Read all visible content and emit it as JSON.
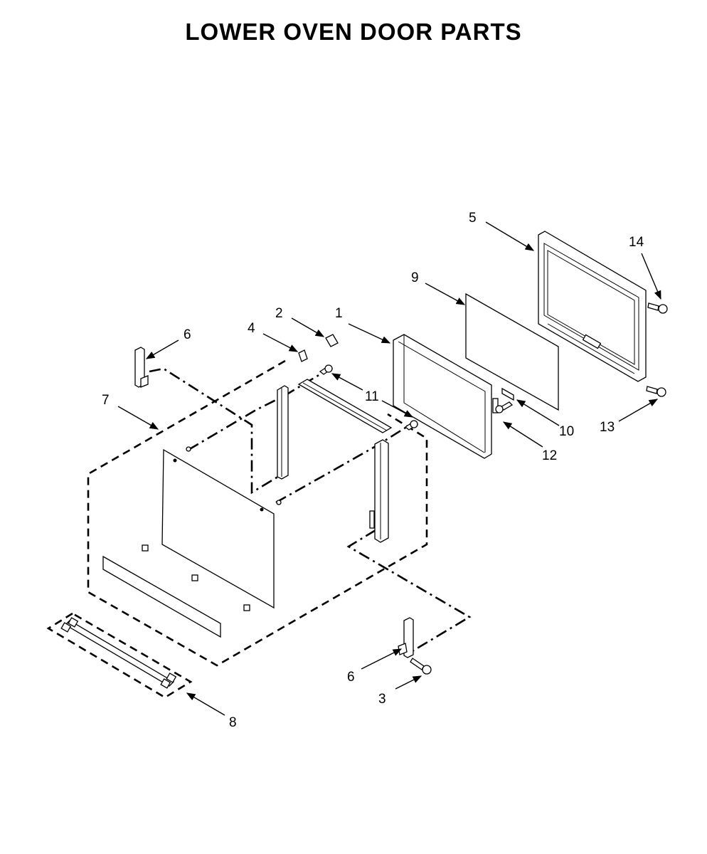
{
  "title": "LOWER OVEN DOOR PARTS",
  "callouts": {
    "c1": "1",
    "c2": "2",
    "c3": "3",
    "c4": "4",
    "c5": "5",
    "c6a": "6",
    "c6b": "6",
    "c7": "7",
    "c8": "8",
    "c9": "9",
    "c10": "10",
    "c11": "11",
    "c12": "12",
    "c13": "13",
    "c14": "14"
  },
  "colors": {
    "line": "#000000",
    "background": "#ffffff"
  },
  "icons": [
    "arrowhead"
  ]
}
